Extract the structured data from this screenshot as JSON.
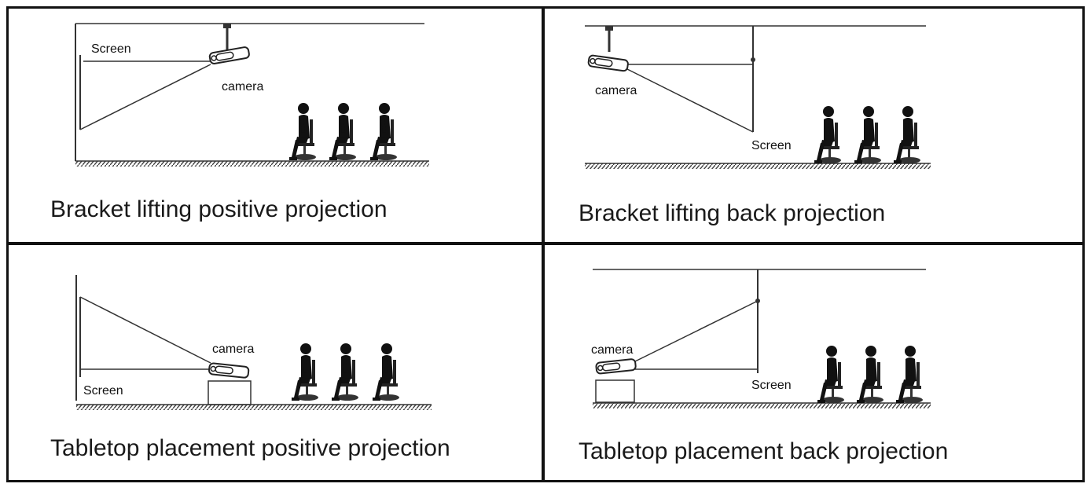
{
  "panels": [
    {
      "caption": "Bracket lifting positive projection",
      "screen_label": "Screen",
      "camera_label": "camera"
    },
    {
      "caption": "Bracket lifting back projection",
      "screen_label": "Screen",
      "camera_label": "camera"
    },
    {
      "caption": "Tabletop placement positive projection",
      "screen_label": "Screen",
      "camera_label": "camera"
    },
    {
      "caption": "Tabletop placement back projection",
      "screen_label": "Screen",
      "camera_label": "camera"
    }
  ]
}
